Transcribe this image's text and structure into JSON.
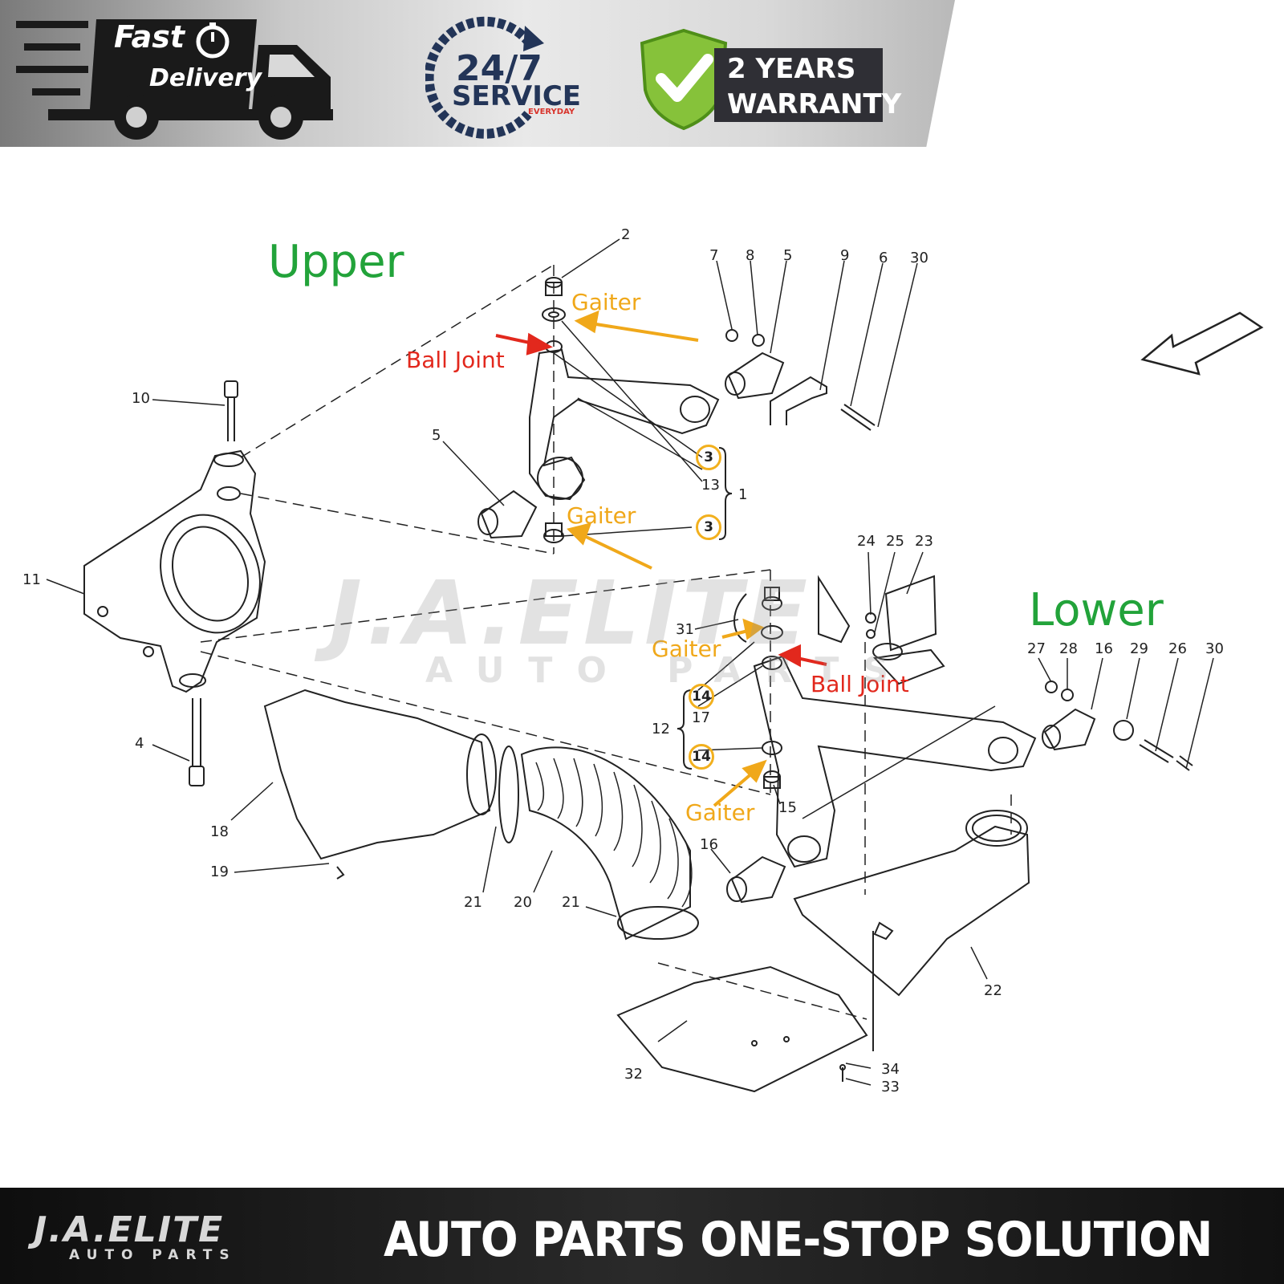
{
  "badges": {
    "delivery": {
      "line1": "Fast",
      "line2": "Delivery",
      "icon": "truck-icon"
    },
    "service": {
      "main": "24/7",
      "sub": "SERVICE",
      "tiny": "EVERYDAY"
    },
    "warranty": {
      "line1": "2 YEARS",
      "line2": "WARRANTY",
      "icon": "check-shield-icon"
    }
  },
  "diagram": {
    "section_upper": "Upper",
    "section_lower": "Lower",
    "tags": {
      "gaiter": "Gaiter",
      "ball_joint": "Ball Joint"
    },
    "callouts": [
      "1",
      "2",
      "3",
      "4",
      "5",
      "6",
      "7",
      "8",
      "9",
      "10",
      "11",
      "12",
      "13",
      "14",
      "15",
      "16",
      "17",
      "18",
      "19",
      "20",
      "21",
      "22",
      "23",
      "24",
      "25",
      "26",
      "27",
      "28",
      "29",
      "30",
      "31",
      "32",
      "33",
      "34"
    ],
    "highlighted_parts": [
      "3",
      "3",
      "14",
      "14"
    ],
    "watermark": {
      "line1": "J.A.ELITE",
      "line2": "AUTO PARTS"
    }
  },
  "footer": {
    "logo_line1": "J.A.ELITE",
    "logo_line2": "AUTO PARTS",
    "slogan": "AUTO PARTS ONE-STOP SOLUTION"
  },
  "colors": {
    "section_label": "#22a33a",
    "gaiter": "#f0a81a",
    "ball_joint": "#e2281d",
    "banner_dark": "#111111"
  }
}
